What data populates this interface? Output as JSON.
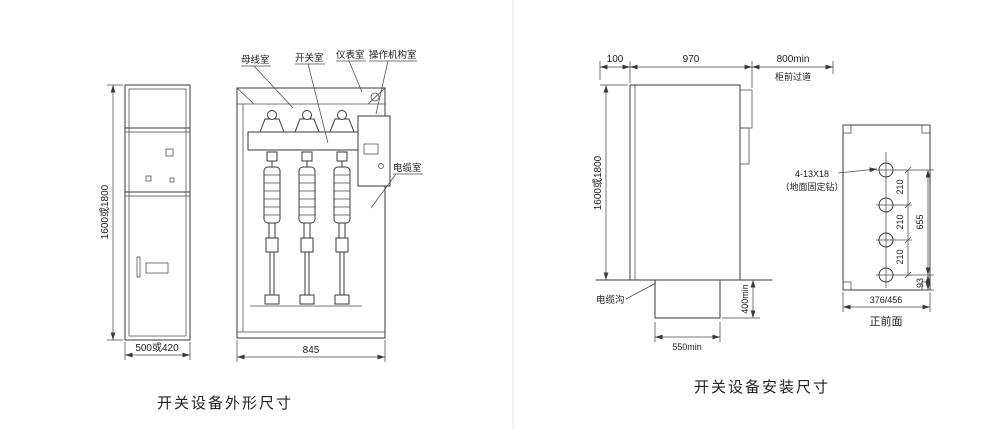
{
  "page": {
    "background": "#ffffff",
    "line_color": "#3a3a3a",
    "text_color": "#222222"
  },
  "figure_outline": {
    "caption": "开关设备外形尺寸",
    "front_view": {
      "dim_height": "1600或1800",
      "dim_width": "500或420"
    },
    "side_view": {
      "dim_depth": "845",
      "label_busbar_room": "母线室",
      "label_switch_room": "开关室",
      "label_instrument_room": "仪表室",
      "label_mechanism_room": "操作机构室",
      "label_cable_room": "电缆室"
    }
  },
  "figure_install": {
    "caption": "开关设备安装尺寸",
    "side_view": {
      "dim_rear_clearance": "100",
      "dim_depth": "970",
      "dim_front_aisle": "800min",
      "label_front_aisle": "柜前过道",
      "dim_height": "1600或1800",
      "label_cable_trench": "电缆沟",
      "dim_trench_width": "550min",
      "dim_trench_depth": "400min"
    },
    "plan_view": {
      "label_anchor_holes": "4-13X18",
      "label_anchor_holes_note": "（地面固定钻）",
      "dim_hole_pitch_1": "210",
      "dim_hole_pitch_2": "210",
      "dim_hole_pitch_3": "210",
      "dim_hole_span": "655",
      "dim_edge_offset": "93",
      "dim_width": "376/456",
      "label_front_face": "正前面"
    }
  }
}
